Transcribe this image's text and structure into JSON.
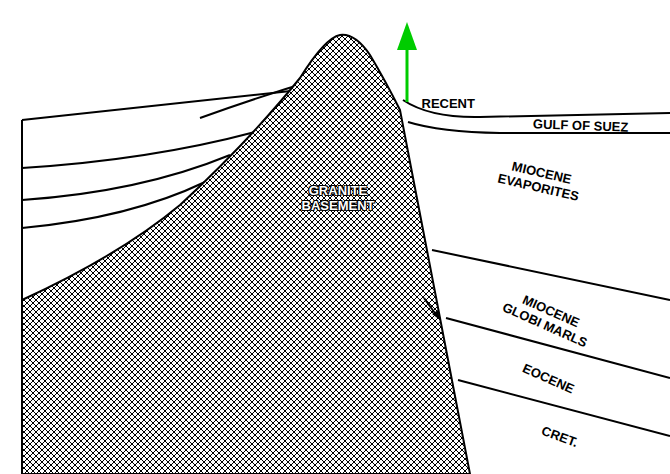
{
  "diagram": {
    "labels": [
      "RECENT",
      "GULF OF SUEZ",
      "MIOCENE EVAPORITES",
      "GRANITE BASEMENT",
      "MIOCENE GLOBI MARLS",
      "EOCENE",
      "CRET."
    ]
  }
}
